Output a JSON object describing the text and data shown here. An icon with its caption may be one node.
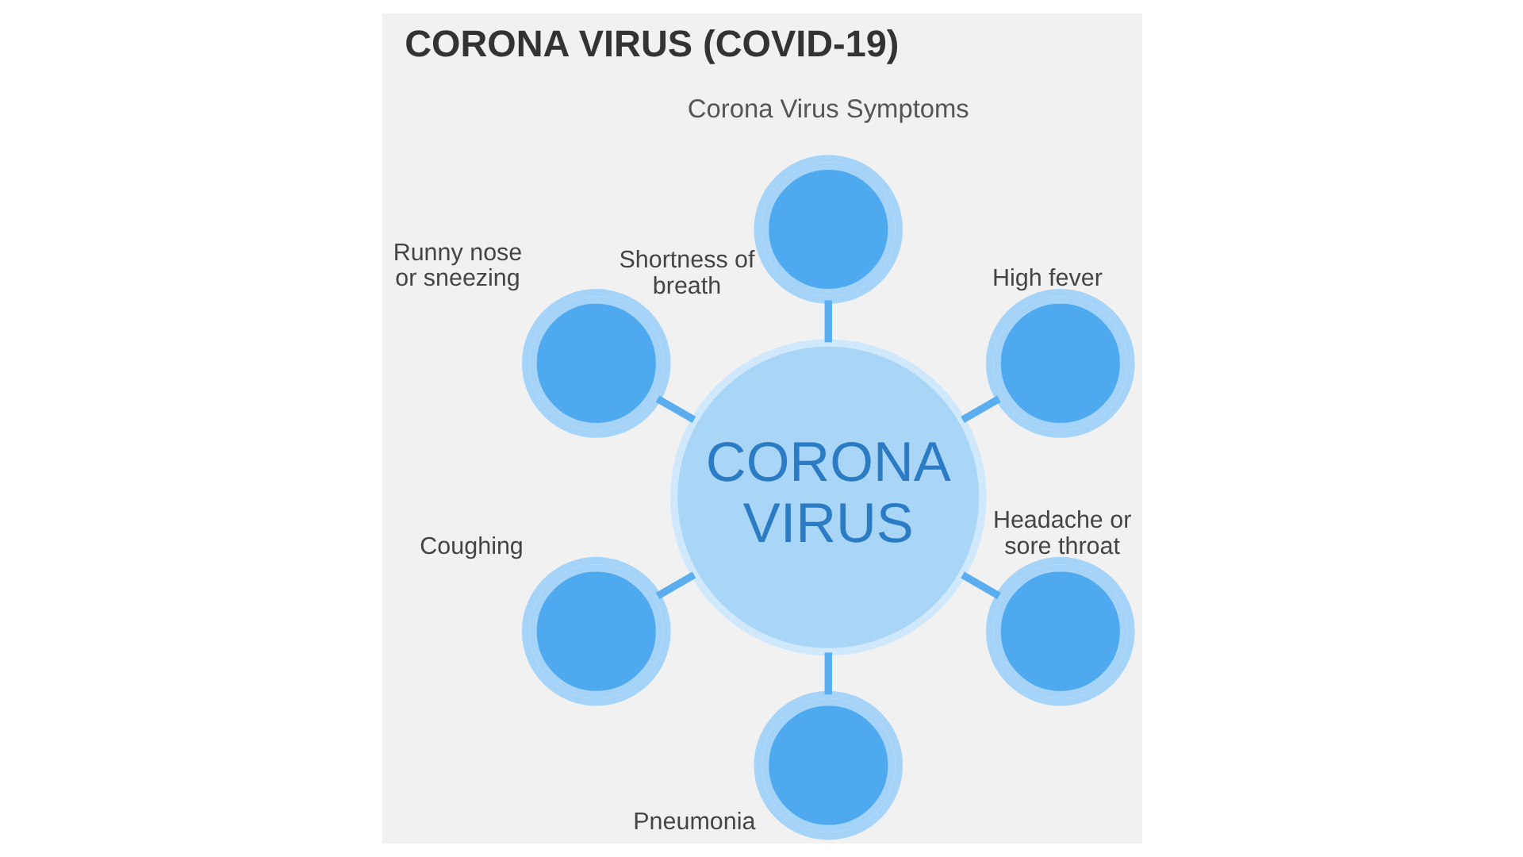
{
  "diagram": {
    "title": "CORONA VIRUS (COVID-19)",
    "nodes": [
      {
        "text": [],
        "shape": "picture",
        "beside": [
          "Shortness of breath"
        ]
      },
      {
        "text": [],
        "shape": "picture",
        "beside": [
          "Runny nose or sneezing"
        ]
      },
      {
        "text": [],
        "shape": "picture",
        "beside": [
          "High fever"
        ]
      },
      {
        "text": [
          "CORONA VIRUS"
        ]
      },
      {
        "text": [],
        "shape": "picture",
        "beside": [
          "Coughing"
        ]
      },
      {
        "text": [],
        "shape": "picture",
        "beside": [
          "Headache or sore throat"
        ]
      },
      {
        "text": [],
        "shape": "picture",
        "beside": [
          "Pneumonia"
        ]
      }
    ],
    "edges": [
      {
        "from": 3,
        "to": 0,
        "arrow": "none"
      },
      {
        "from": 3,
        "to": 2,
        "arrow": "none"
      },
      {
        "from": 3,
        "to": 5,
        "arrow": "none"
      },
      {
        "from": 3,
        "to": 6,
        "arrow": "none"
      },
      {
        "from": 3,
        "to": 4,
        "arrow": "none"
      },
      {
        "from": 3,
        "to": 1,
        "arrow": "none"
      }
    ],
    "labels": [
      "Corona Virus Symptoms"
    ]
  }
}
